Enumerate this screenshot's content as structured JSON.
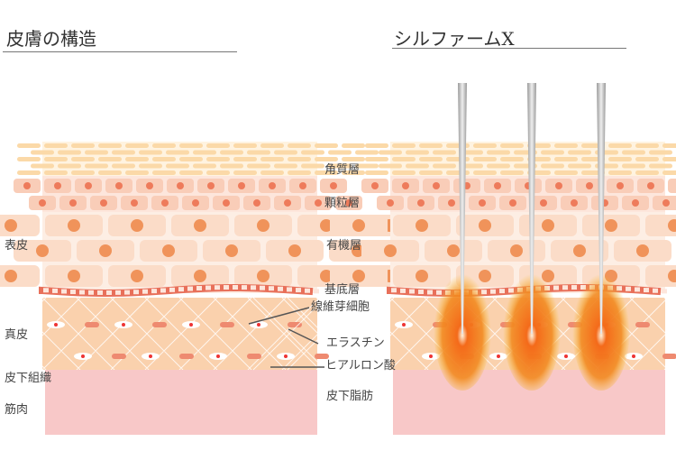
{
  "left_panel": {
    "title": "皮膚の構造"
  },
  "right_panel": {
    "title": "シルファームX"
  },
  "layer_labels": {
    "corneum": "角質層",
    "granular": "顆粒層",
    "spinous": "有機層",
    "basal": "基底層",
    "fibroblast": "線維芽細胞",
    "elastin": "エラスチン",
    "hyaluronic": "ヒアルロン酸",
    "subcutaneous_fat": "皮下脂肪"
  },
  "side_labels": {
    "epidermis": "表皮",
    "dermis": "真皮",
    "subcutaneous": "皮下組織",
    "muscle": "筋肉"
  },
  "colors": {
    "corneum": "#fbd9a8",
    "granular": "#f9cdb8",
    "spinous": "#fbdcc8",
    "dermis": "#fad1ad",
    "fat": "#f8c8c8",
    "nucleus": "#f0935a",
    "basal": "#e8705a",
    "heat": "#f07020"
  }
}
